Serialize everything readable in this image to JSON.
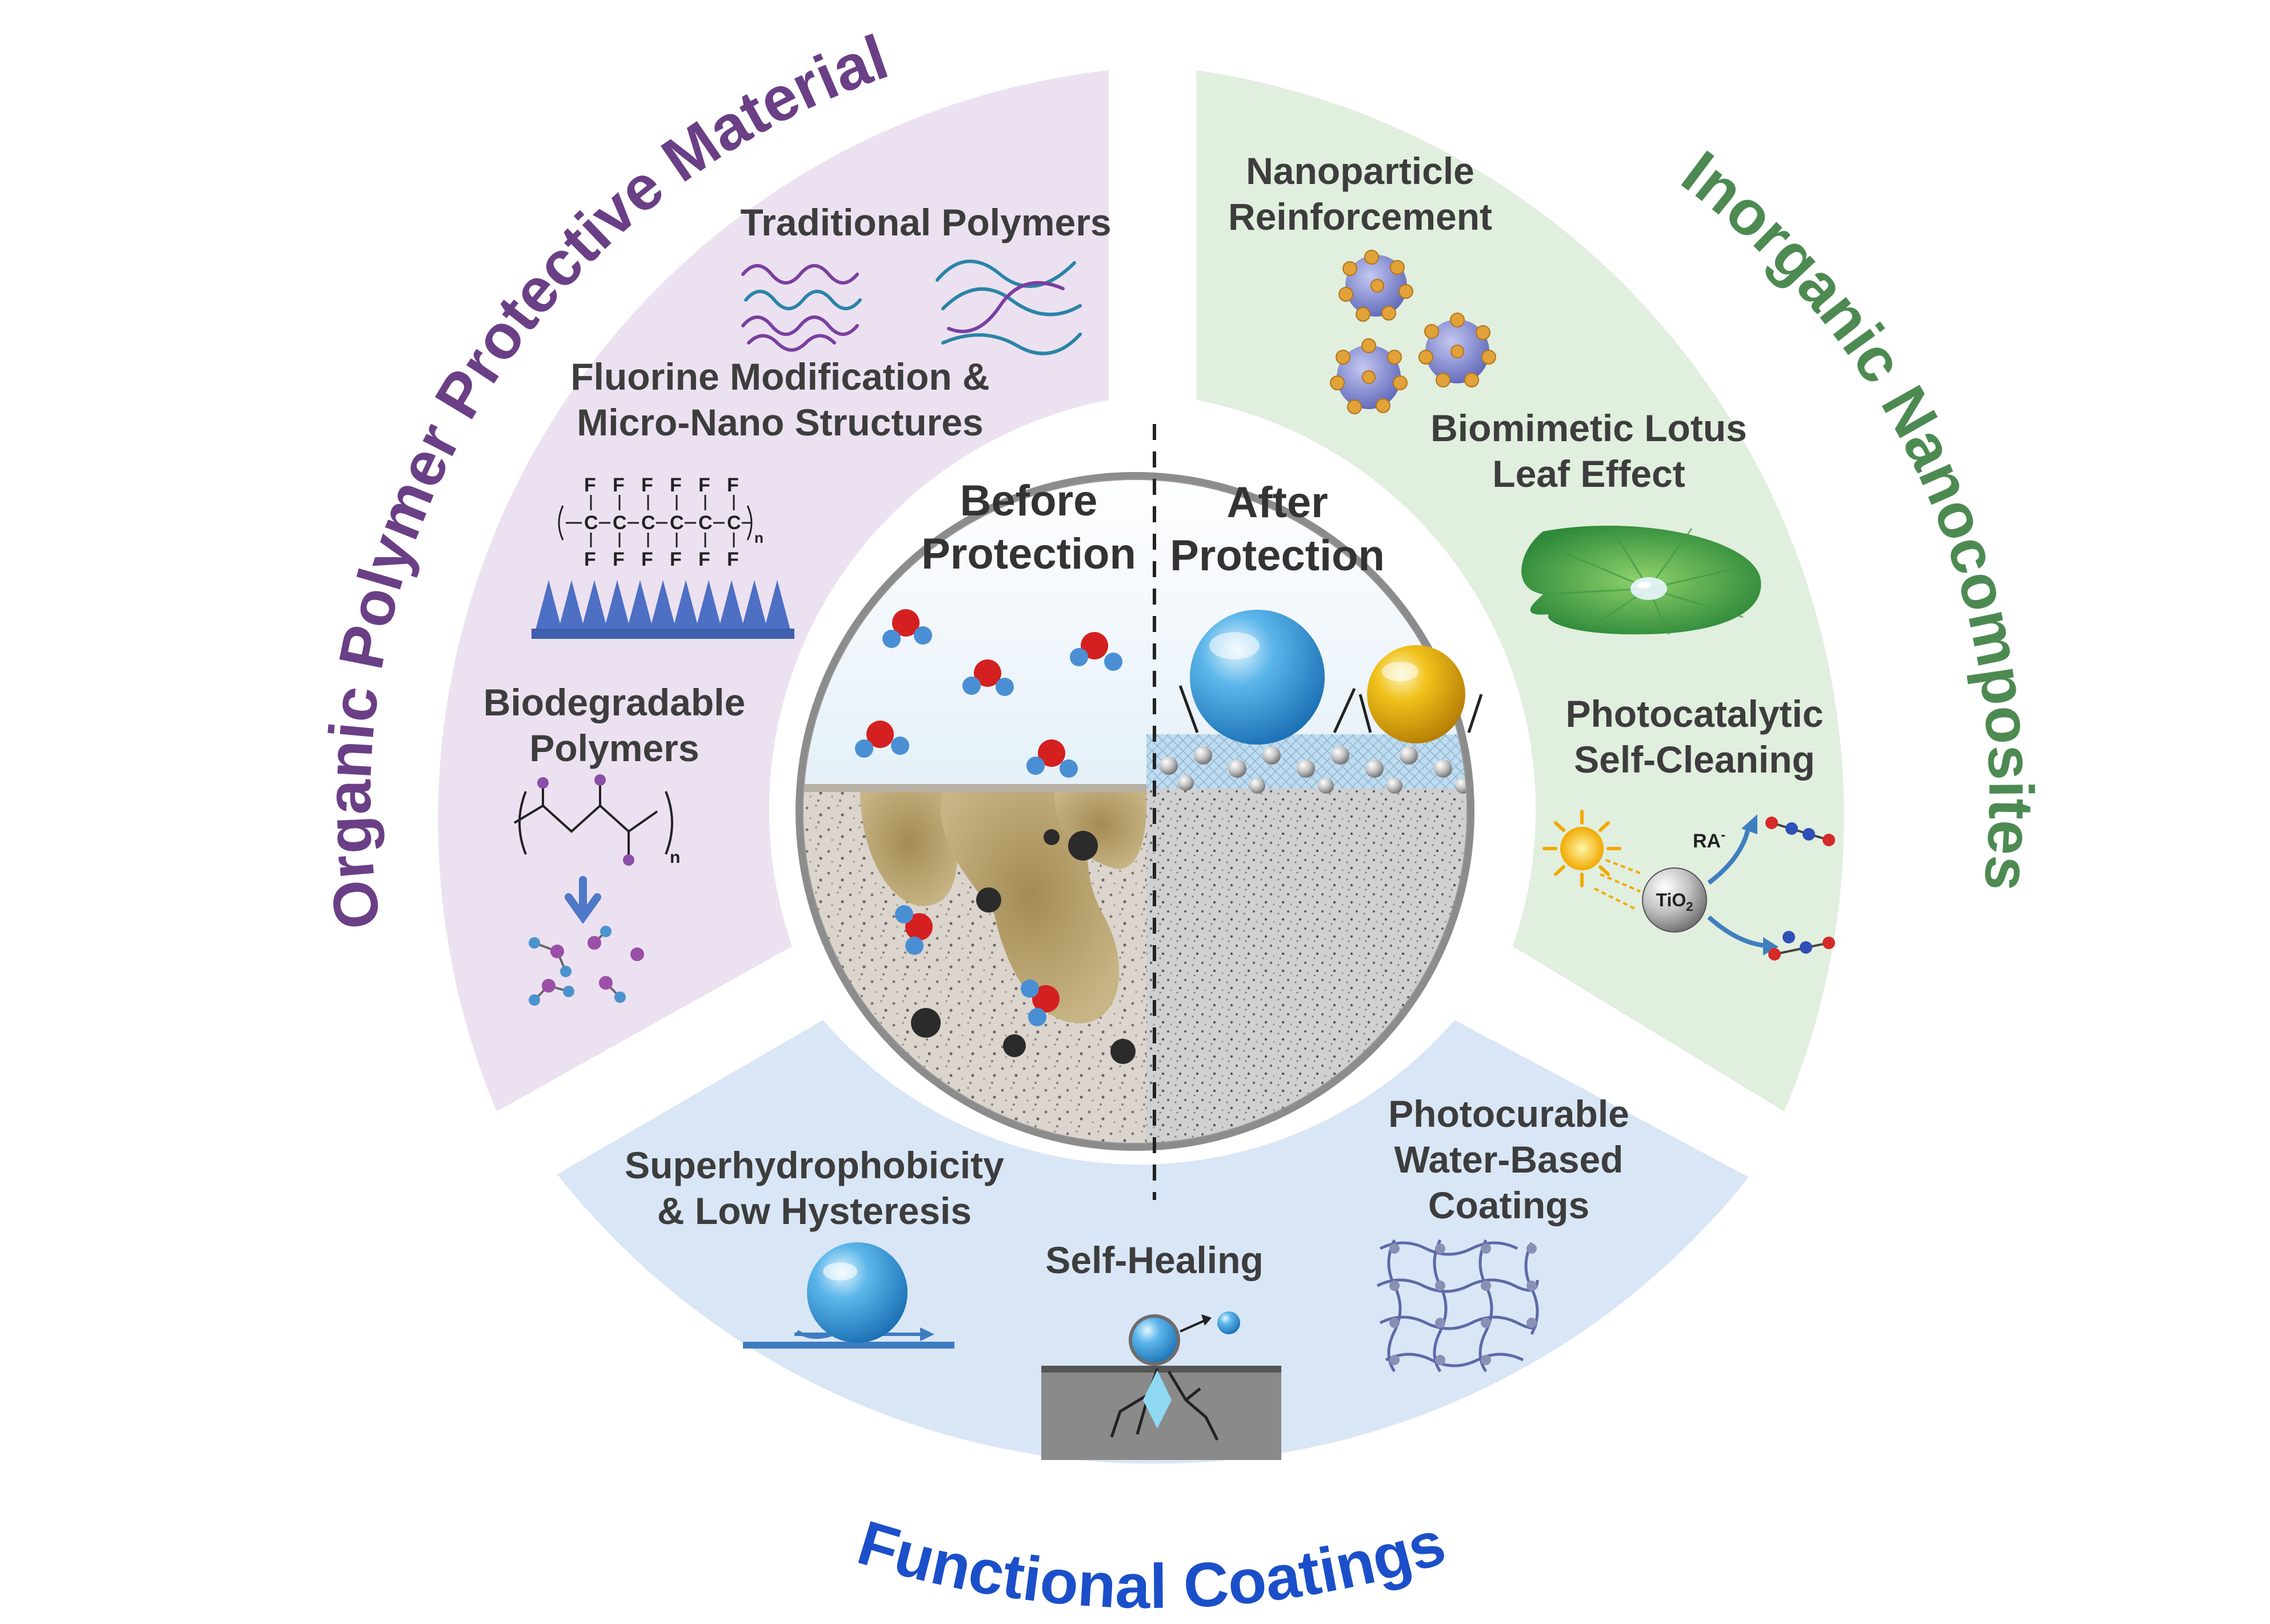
{
  "colors": {
    "organic": "#6a3f86",
    "organic_bg": "#ece1f1",
    "inorganic": "#4d8a52",
    "inorganic_bg": "#e1efde",
    "functional": "#1b4fc9",
    "functional_bg": "#d9e6f6"
  },
  "sections": {
    "organic": {
      "title": "Organic Polymer Protective Materials",
      "items": [
        {
          "label_lines": [
            "Traditional Polymers"
          ],
          "icon": "polymer-chains-icon"
        },
        {
          "label_lines": [
            "Fluorine Modification &",
            "Micro-Nano Structures"
          ],
          "icon": "fluoropolymer-structure-icon"
        },
        {
          "label_lines": [
            "Biodegradable",
            "Polymers"
          ],
          "icon": "biodegradable-polymer-icon"
        }
      ],
      "fluoro_formula": {
        "F": "F",
        "C": "C",
        "n": "n"
      }
    },
    "inorganic": {
      "title": "Inorganic Nanocomposites",
      "items": [
        {
          "label_lines": [
            "Nanoparticle",
            "Reinforcement"
          ],
          "icon": "nanoparticle-icon"
        },
        {
          "label_lines": [
            "Biomimetic Lotus",
            "Leaf Effect"
          ],
          "icon": "lotus-leaf-icon"
        },
        {
          "label_lines": [
            "Photocatalytic",
            "Self-Cleaning"
          ],
          "icon": "photocatalysis-icon"
        }
      ],
      "photocatalyst": {
        "label": "TiO",
        "subscript": "2",
        "radical": "RA",
        "radical_sup": "-"
      }
    },
    "functional": {
      "title": "Functional Coatings",
      "items": [
        {
          "label_lines": [
            "Superhydrophobicity",
            "& Low Hysteresis"
          ],
          "icon": "rolling-droplet-icon"
        },
        {
          "label_lines": [
            "Self-Healing"
          ],
          "icon": "self-healing-crack-icon"
        },
        {
          "label_lines": [
            "Photocurable",
            "Water-Based",
            "Coatings"
          ],
          "icon": "crosslinked-network-icon"
        }
      ]
    }
  },
  "center": {
    "before_lines": [
      "Before",
      "Protection"
    ],
    "after_lines": [
      "After",
      "Protection"
    ]
  }
}
